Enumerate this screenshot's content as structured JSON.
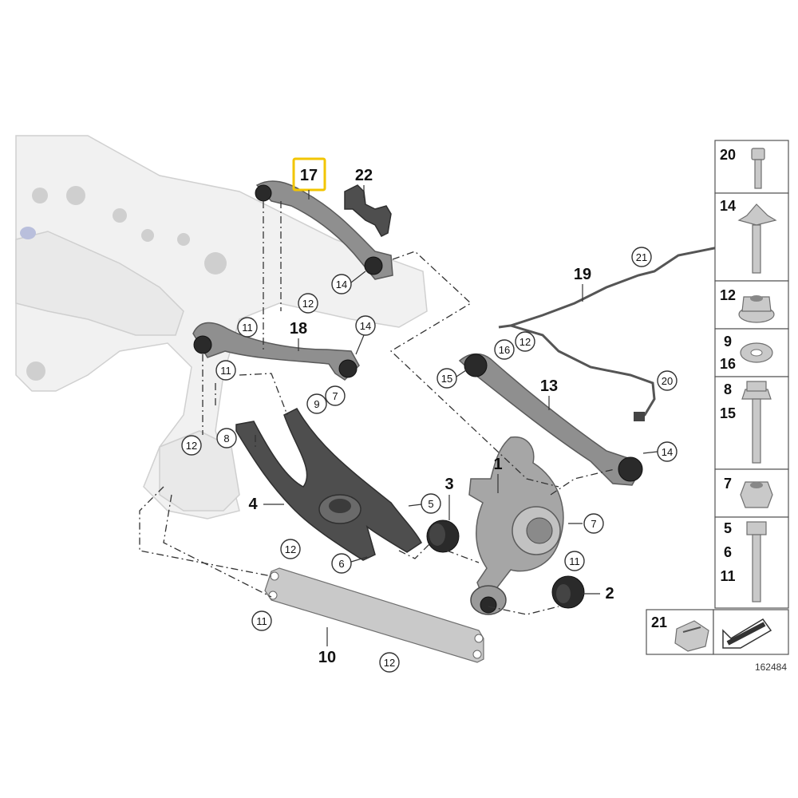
{
  "diagram": {
    "catalog_number": "162484",
    "highlight_color": "#f2c500",
    "labels": {
      "p1": "1",
      "p2": "2",
      "p3": "3",
      "p4": "4",
      "p10": "10",
      "p13": "13",
      "p17": "17",
      "p18": "18",
      "p19": "19",
      "p22": "22"
    },
    "callouts": {
      "c21": "21",
      "c14a": "14",
      "c12a": "12",
      "c11a": "11",
      "c14b": "14",
      "c11b": "11",
      "c9": "9",
      "c7a": "7",
      "c12b": "12",
      "c8": "8",
      "c16": "16",
      "c12c": "12",
      "c15": "15",
      "c20": "20",
      "c14c": "14",
      "c5": "5",
      "c7b": "7",
      "c12d": "12",
      "c6": "6",
      "c11c": "11",
      "c11d": "11",
      "c12e": "12"
    },
    "legend": [
      {
        "numbers": [
          "20"
        ],
        "part": "socket-head-bolt"
      },
      {
        "numbers": [
          "14"
        ],
        "part": "flange-bolt-with-washer"
      },
      {
        "numbers": [
          "12"
        ],
        "part": "flange-nut"
      },
      {
        "numbers": [
          "9",
          "16"
        ],
        "part": "washer"
      },
      {
        "numbers": [
          "8",
          "15"
        ],
        "part": "long-hex-bolt"
      },
      {
        "numbers": [
          "7"
        ],
        "part": "hex-nut"
      },
      {
        "numbers": [
          "5",
          "6",
          "11"
        ],
        "part": "hex-bolt"
      }
    ],
    "legend_bottom": {
      "number": "21",
      "part": "clip"
    }
  }
}
